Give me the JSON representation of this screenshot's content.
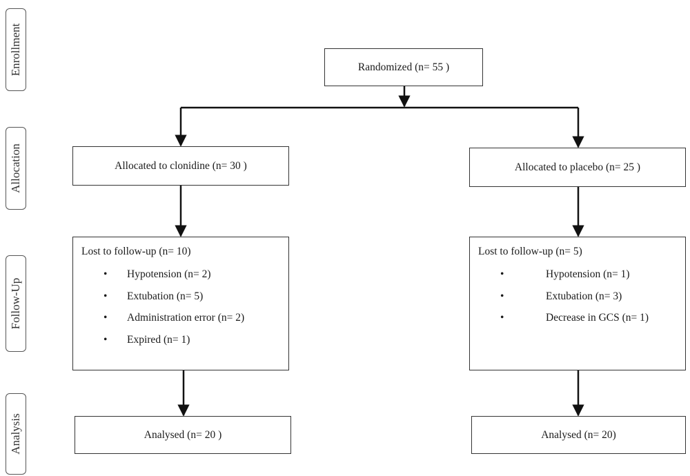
{
  "stages": {
    "enrollment": "Enrollment",
    "allocation": "Allocation",
    "followup": "Follow-Up",
    "analysis": "Analysis"
  },
  "randomized": "Randomized (n= 55 )",
  "left": {
    "allocated": "Allocated to clonidine (n= 30 )",
    "lost_title": "Lost to follow-up (n= 10)",
    "lost_items": [
      "Hypotension (n= 2)",
      "Extubation (n= 5)",
      "Administration error (n= 2)",
      "Expired (n= 1)"
    ],
    "analysed": "Analysed  (n= 20 )"
  },
  "right": {
    "allocated": "Allocated to placebo (n= 25 )",
    "lost_title": "Lost to follow-up (n= 5)",
    "lost_items": [
      "Hypotension (n= 1)",
      "Extubation (n= 3)",
      "Decrease in GCS (n= 1)"
    ],
    "analysed": "Analysed  (n= 20)"
  },
  "bullet": "•",
  "colors": {
    "line": "#111111",
    "box_border": "#333333",
    "tab_border": "#555555"
  }
}
